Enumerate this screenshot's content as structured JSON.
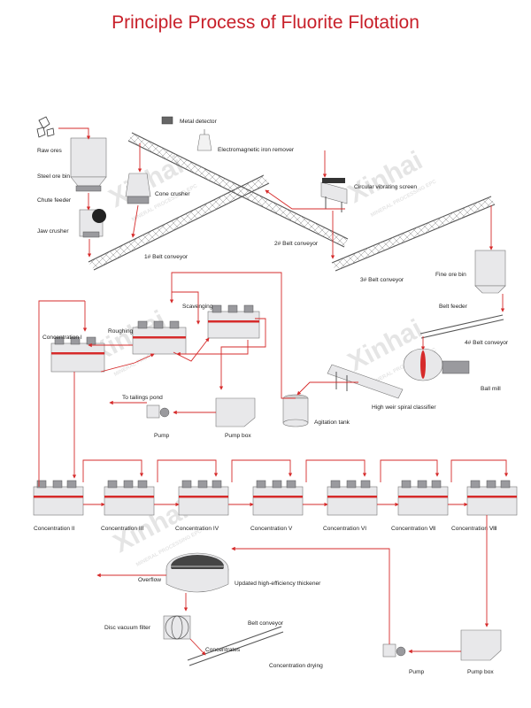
{
  "title": "Principle Process of Fluorite Flotation",
  "watermark": {
    "brand": "Xinhai",
    "tagline": "MINERAL PROCESSING EPC"
  },
  "labels": {
    "raw_ores": "Raw ores",
    "steel_ore_bin": "Steel ore bin",
    "chute_feeder": "Chute feeder",
    "jaw_crusher": "Jaw crusher",
    "metal_detector": "Metal detector",
    "electromagnetic_iron_remover": "Electromagnetic iron remover",
    "cone_crusher": "Cone crusher",
    "circular_vibrating_screen": "Circular vibrating screen",
    "belt_conveyor_1": "1# Belt conveyor",
    "belt_conveyor_2": "2# Belt conveyor",
    "belt_conveyor_3": "3# Belt conveyor",
    "fine_ore_bin": "Fine ore bin",
    "belt_feeder": "Belt feeder",
    "belt_conveyor_4": "4# Belt conveyor",
    "ball_mill": "Ball mill",
    "spiral_classifier": "High weir spiral classifier",
    "agitation_tank": "Agitation tank",
    "concentration_1": "Concentration I",
    "roughing": "Roughing",
    "scavenging": "Scavenging",
    "to_tailings_pond": "To tailings pond",
    "pump_1": "Pump",
    "pump_box_1": "Pump box",
    "concentration_2": "Concentration II",
    "concentration_3": "Concentration III",
    "concentration_4": "Concentration IV",
    "concentration_5": "Concentration V",
    "concentration_6": "Concentration VI",
    "concentration_7": "Concentration Ⅶ",
    "concentration_8": "Concentration Ⅷ",
    "overflow": "Overflow",
    "thickener": "Updated high-efficiency thickener",
    "disc_vacuum_filter": "Disc vacuum filter",
    "belt_conveyor_5": "Belt conveyor",
    "concentrates": "Concentrates",
    "concentration_drying": "Concentration drying",
    "pump_2": "Pump",
    "pump_box_2": "Pump box"
  },
  "colors": {
    "title": "#c8202a",
    "flow_arrows": "#d62b2b",
    "equipment": "#e8e8ea",
    "accent": "#d62b2b"
  }
}
